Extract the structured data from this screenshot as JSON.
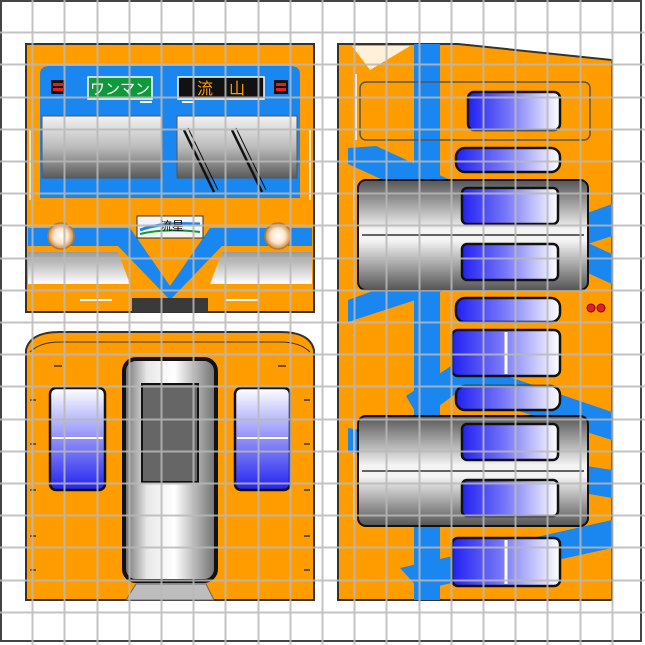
{
  "front": {
    "dest_left": "ワンマン",
    "dest_right": "流　山",
    "emblem_text": "流星"
  },
  "colors": {
    "body_orange": "#ff9c00",
    "stripe_blue": "#1a87f0",
    "window_blue": "#2a2af5",
    "sign_green": "#0e9a3b",
    "sign_black": "#111111",
    "sign_orange_text": "#ff9c00",
    "lamp_red": "#e0211e",
    "grid": "#b9b9b9"
  },
  "icons": {
    "headlight": "headlight-icon",
    "taillight": "taillight-icon",
    "wiper": "wiper-icon",
    "emblem": "ryusei-emblem-icon"
  }
}
